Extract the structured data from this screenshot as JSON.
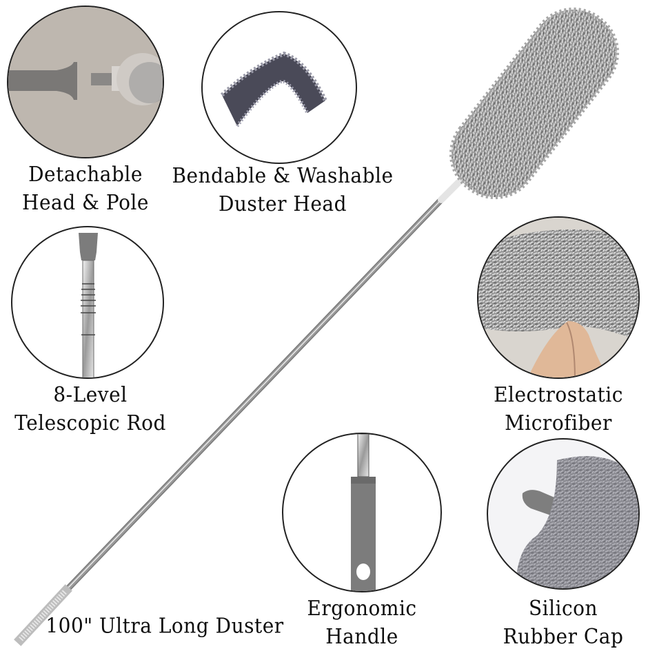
{
  "product": {
    "main_caption": "100\" Ultra Long Duster",
    "colors": {
      "background": "#ffffff",
      "text": "#0d0d0d",
      "circle_border": "#222222",
      "microfiber_gray": "#8e8e8e",
      "handle_gray": "#7a7a7a",
      "steel": "#c8c8c8"
    }
  },
  "features": [
    {
      "id": "detachable",
      "line1": "Detachable",
      "line2": "Head & Pole"
    },
    {
      "id": "bendable",
      "line1": "Bendable & Washable",
      "line2": "Duster Head"
    },
    {
      "id": "telescopic",
      "line1": "8-Level",
      "line2": "Telescopic Rod"
    },
    {
      "id": "electrostatic",
      "line1": "Electrostatic",
      "line2": "Microfiber"
    },
    {
      "id": "ergonomic",
      "line1": "Ergonomic",
      "line2": "Handle"
    },
    {
      "id": "silicon",
      "line1": "Silicon",
      "line2": "Rubber Cap"
    }
  ]
}
